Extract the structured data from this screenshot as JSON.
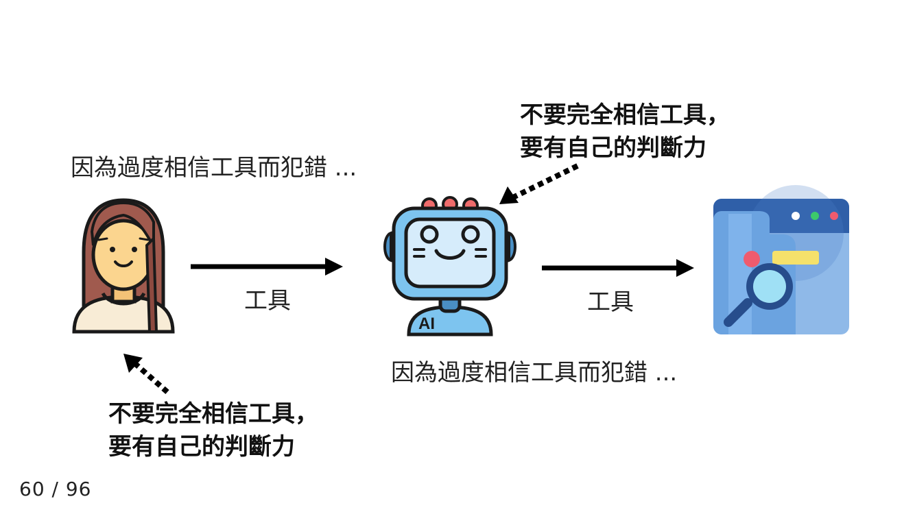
{
  "slide": {
    "caption_left": "因為過度相信工具而犯錯 ...",
    "caption_right": "因為過度相信工具而犯錯 ...",
    "advice_top": {
      "line1": "不要完全相信工具，",
      "line2": "要有自己的判斷力"
    },
    "advice_bottom": {
      "line1": "不要完全相信工具，",
      "line2": "要有自己的判斷力"
    },
    "arrow_label_1": "工具",
    "arrow_label_2": "工具",
    "robot_badge": "AI",
    "page_number": "60 / 96"
  },
  "icons": [
    "woman-avatar-icon",
    "ai-robot-icon",
    "browser-search-icon"
  ],
  "colors": {
    "hair": "#a05a4e",
    "skin": "#fbd58f",
    "robot_body": "#7dc4ef",
    "robot_screen": "#d6ecfb",
    "robot_lights": "#ef6b6b",
    "browser_header": "#2f5fa8",
    "browser_body": "#8fb9e8",
    "magnifier_lens": "#9fe0f5",
    "arrow": "#000000"
  }
}
